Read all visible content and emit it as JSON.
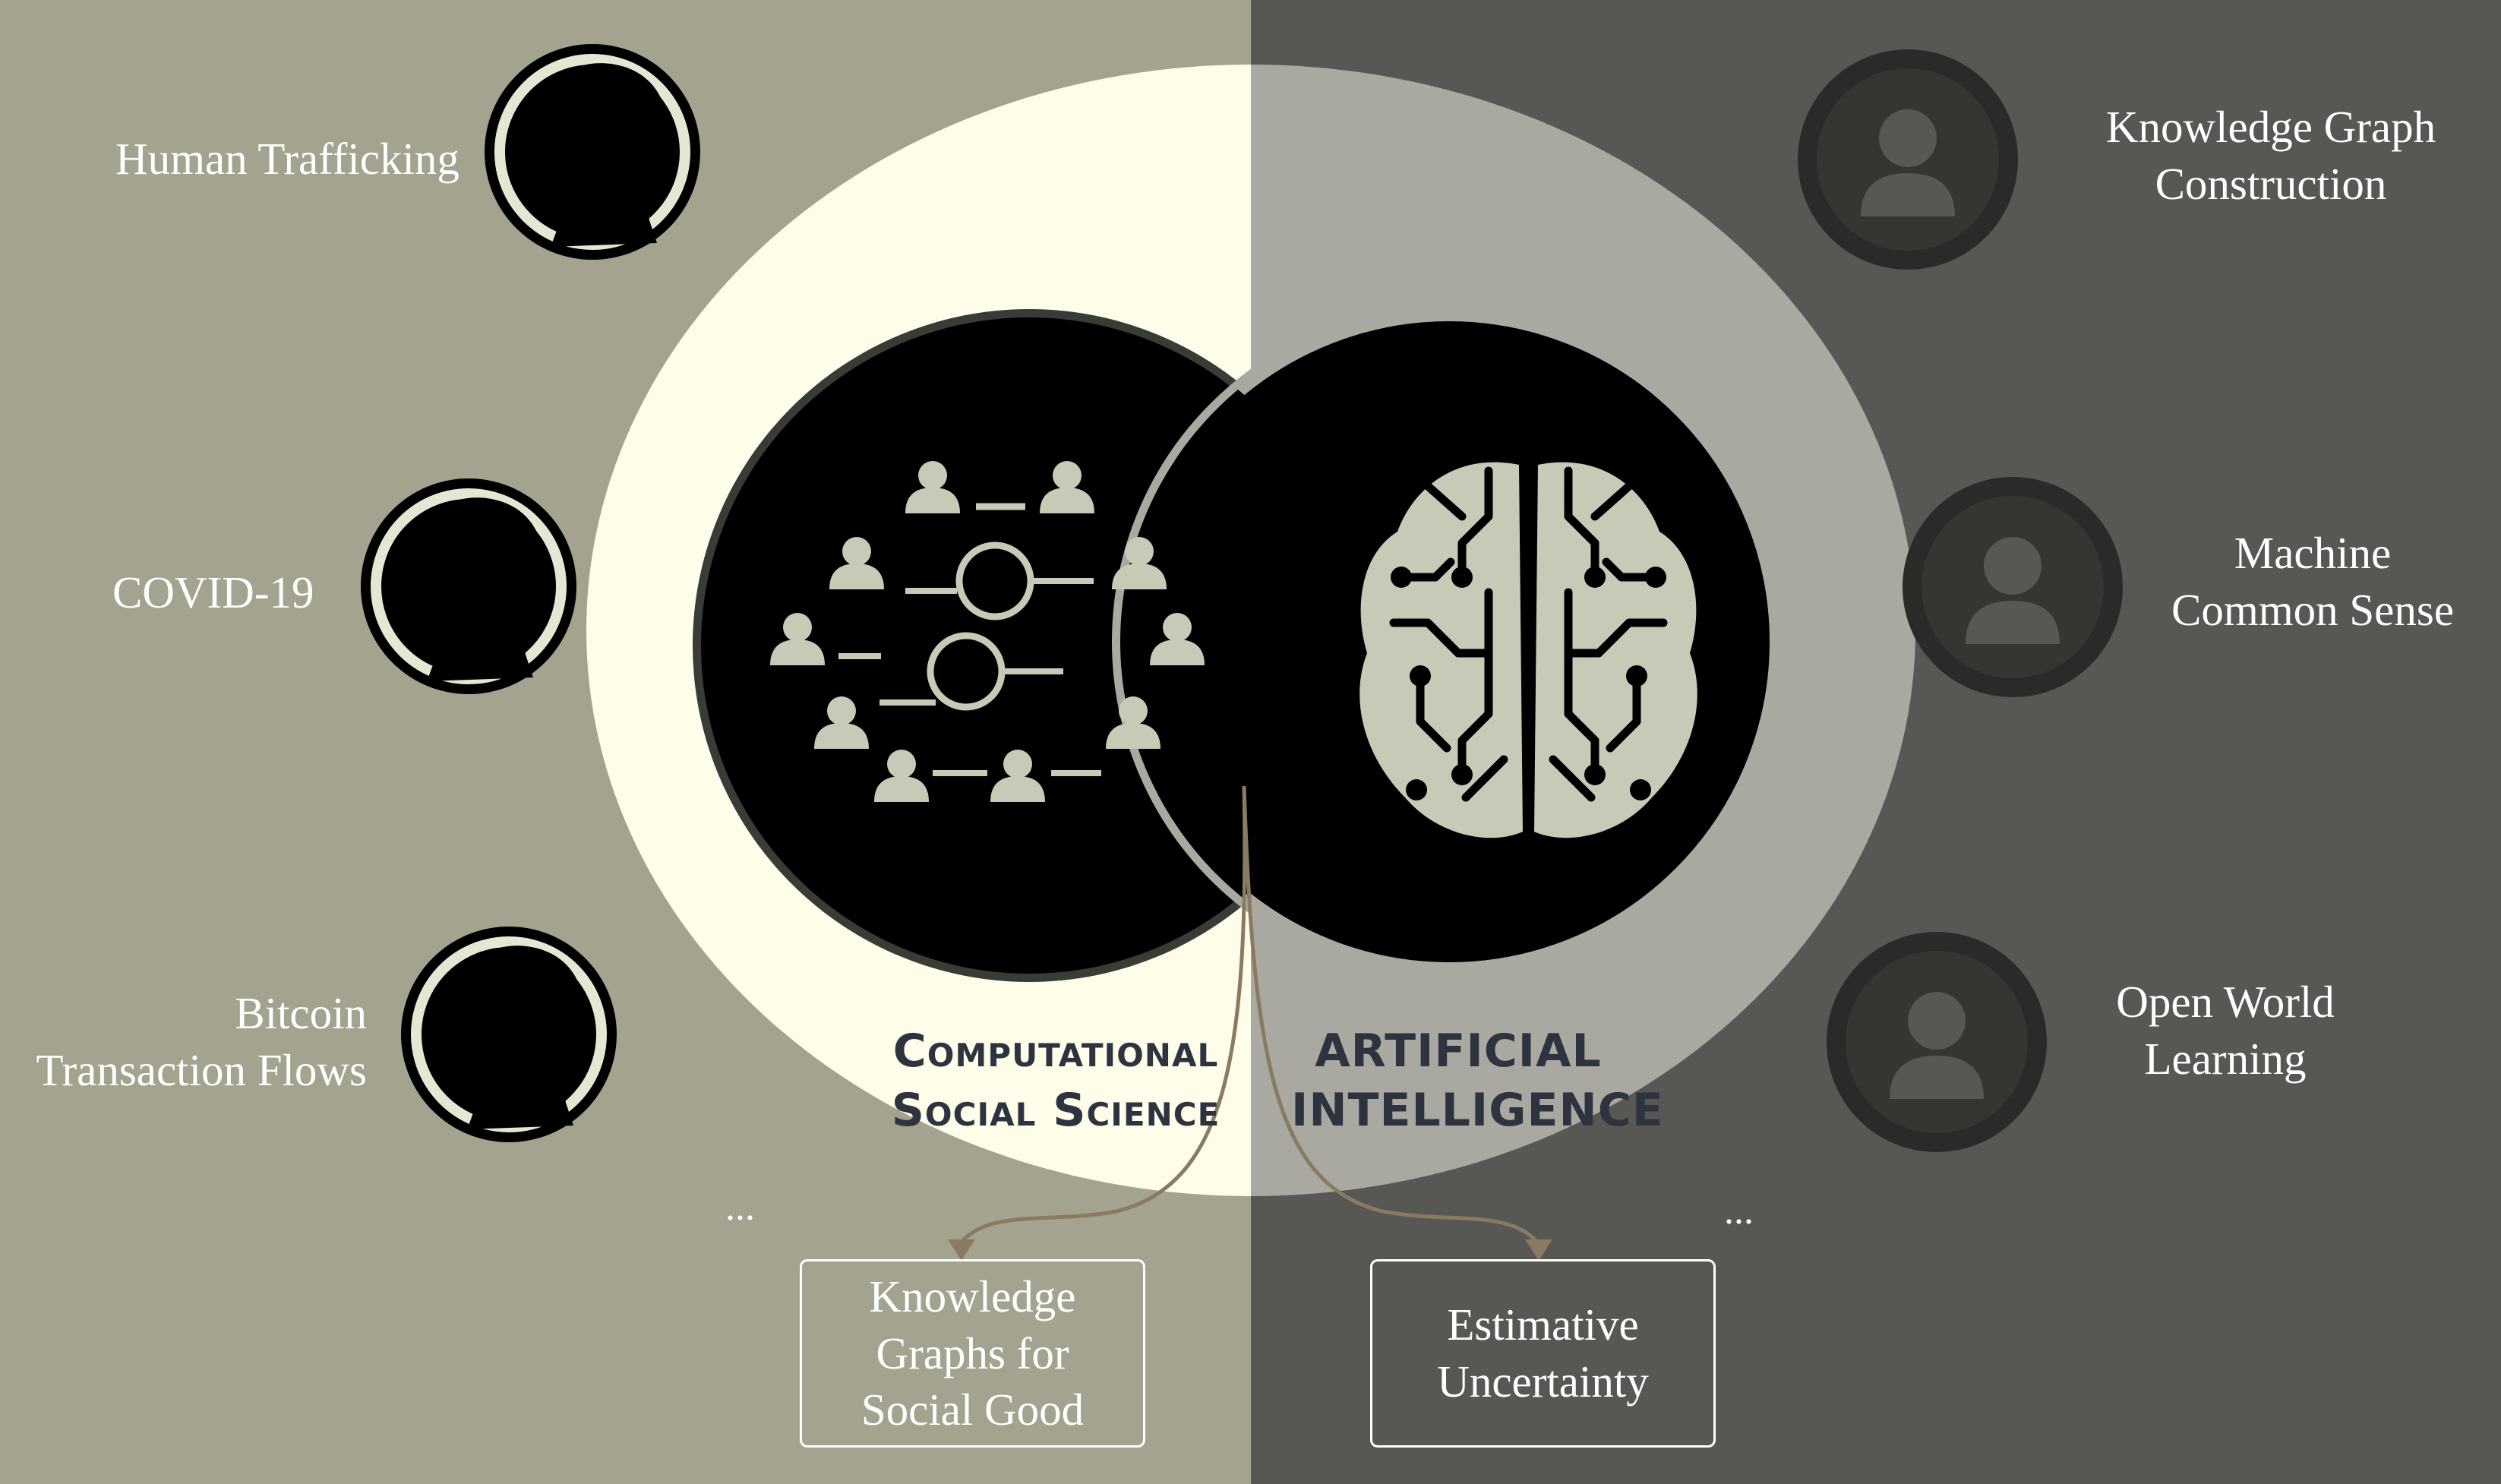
{
  "colors": {
    "left_panel": "#a3a38f",
    "right_panel": "#575753",
    "cream": "#fdfdea",
    "ring_grey": "#a9a9a1",
    "circle_black": "#000000",
    "title_ink": "#2d3440",
    "arrow": "#8a7a62"
  },
  "left_topics": [
    {
      "lines": [
        "Human Trafficking"
      ],
      "icon": "human-head-profile-icon"
    },
    {
      "lines": [
        "COVID-19"
      ],
      "icon": "human-head-profile-icon"
    },
    {
      "lines": [
        "Bitcoin",
        "Transaction Flows"
      ],
      "icon": "human-head-profile-icon"
    }
  ],
  "right_topics": [
    {
      "lines": [
        "Knowledge Graph",
        "Construction"
      ],
      "icon": "digital-person-icon"
    },
    {
      "lines": [
        "Machine",
        "Common Sense"
      ],
      "icon": "digital-person-icon"
    },
    {
      "lines": [
        "Open World",
        "Learning"
      ],
      "icon": "digital-person-icon"
    }
  ],
  "fields": {
    "left": {
      "lines": [
        "Computational",
        "Social Science"
      ],
      "icon": "social-network-icon"
    },
    "right": {
      "lines": [
        "Artificial",
        "Intelligence"
      ],
      "icon": "circuit-brain-icon"
    }
  },
  "outcomes": {
    "left": {
      "lines": [
        "Knowledge",
        "Graphs for",
        "Social Good"
      ]
    },
    "right": {
      "lines": [
        "Estimative",
        "Uncertainty"
      ]
    }
  },
  "ellipsis": "..."
}
